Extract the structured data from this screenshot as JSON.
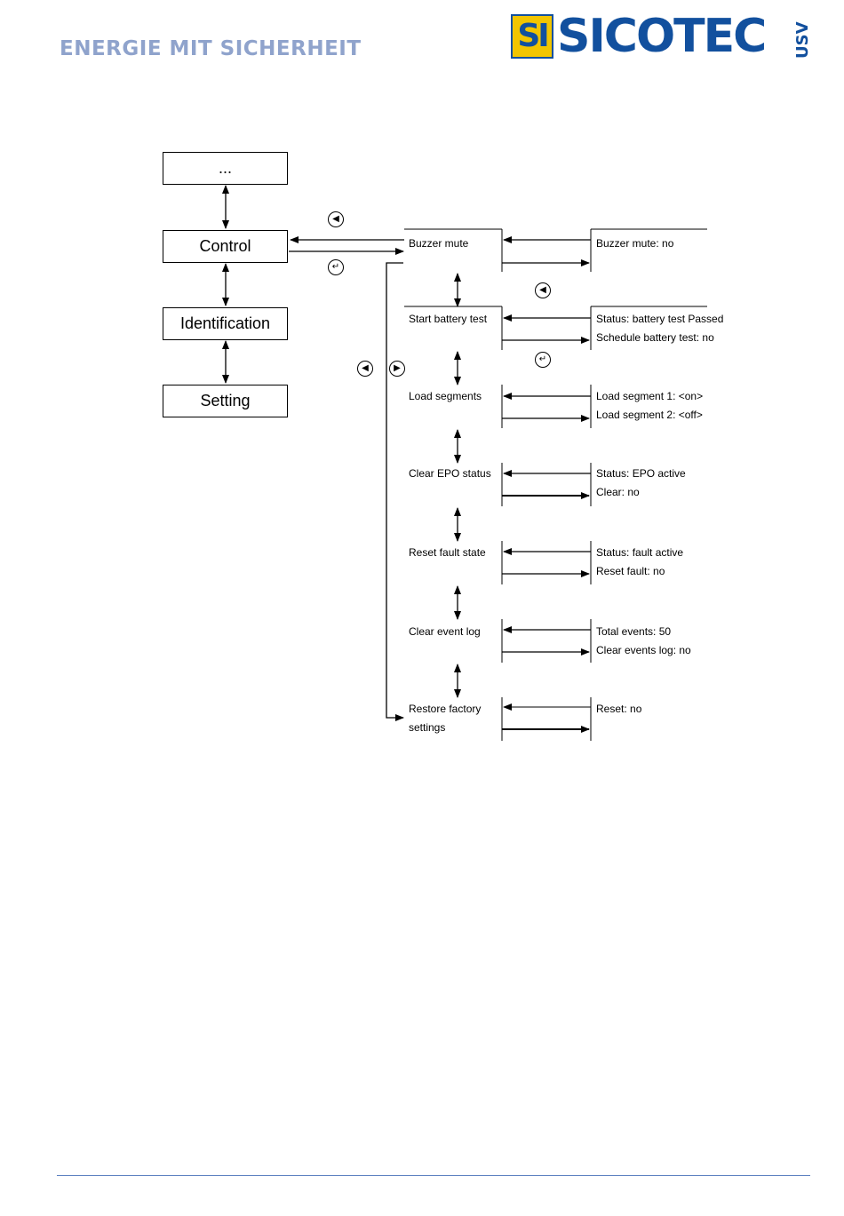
{
  "header": {
    "slogan": "ENERGIE MIT SICHERHEIT",
    "logo_initials": "SI",
    "logo_name": "SICOTEC",
    "logo_sub": "USV",
    "brand_color": "#12509e",
    "logo_yellow": "#f2c500",
    "slogan_color": "#8fa3cc"
  },
  "main_menu": [
    "...",
    "Control",
    "Identification",
    "Setting"
  ],
  "control_items": [
    "Buzzer mute",
    "Start battery test",
    "Load segments",
    "Clear EPO status",
    "Reset fault state",
    "Clear event log",
    "Restore factory",
    "settings"
  ],
  "detail_items": [
    "Buzzer mute: no",
    "Status: battery test Passed",
    "Schedule battery test: no",
    "Load segment 1: <on>",
    "Load segment 2: <off>",
    "Status: EPO active",
    "Clear: no",
    "Status: fault active",
    "Reset fault: no",
    "Total events: 50",
    "Clear events log: no",
    "Reset: no"
  ],
  "icons": {
    "left": "left-arrow-button-icon",
    "right": "right-arrow-button-icon",
    "enter": "enter-button-icon"
  }
}
